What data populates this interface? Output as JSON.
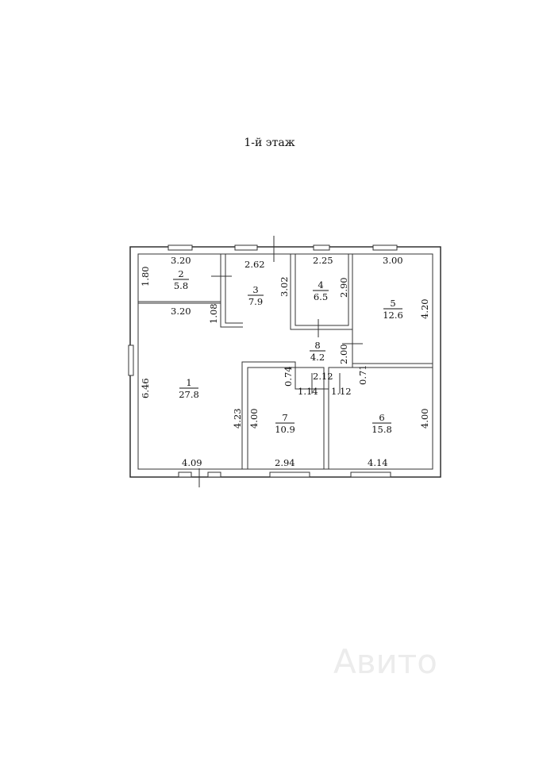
{
  "title": "1-й этаж",
  "watermark": "Авито",
  "rooms": [
    {
      "num": "1",
      "area": "27.8"
    },
    {
      "num": "2",
      "area": "5.8"
    },
    {
      "num": "3",
      "area": "7.9"
    },
    {
      "num": "4",
      "area": "6.5"
    },
    {
      "num": "5",
      "area": "12.6"
    },
    {
      "num": "6",
      "area": "15.8"
    },
    {
      "num": "7",
      "area": "10.9"
    },
    {
      "num": "8",
      "area": "4.2"
    }
  ],
  "dims": {
    "r2_top": "3.20",
    "r2_side": "1.80",
    "r3_top": "2.62",
    "r3_side": "3.02",
    "r4_top": "2.25",
    "r4_side": "2.90",
    "r5_top": "3.00",
    "r5_side": "4.20",
    "r1_top": "3.20",
    "r1_side": "6.46",
    "r1_bottom": "4.09",
    "r1_inner": "4.23",
    "r3_stub": "1.08",
    "r7_side": "4.00",
    "r7_bottom": "2.94",
    "r6_side": "4.00",
    "r6_bottom": "4.14",
    "hall_074": "0.74",
    "hall_212": "2.12",
    "hall_114": "1.14",
    "hall_112": "1.12",
    "hall_071": "0.71",
    "hall_200": "2.00"
  }
}
